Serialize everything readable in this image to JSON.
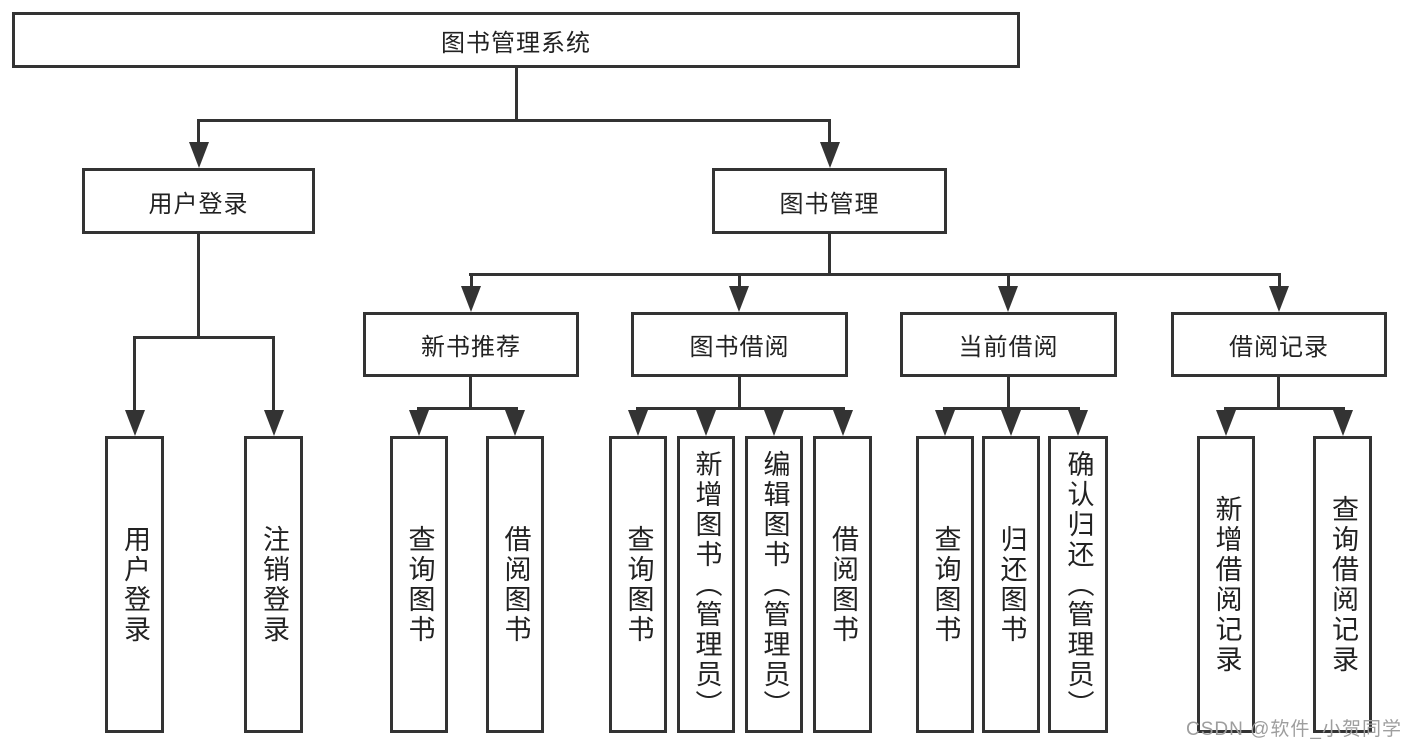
{
  "tree": {
    "label": "图书管理系统",
    "children": [
      {
        "label": "用户登录",
        "children": [
          {
            "label": "用户登录"
          },
          {
            "label": "注销登录"
          }
        ]
      },
      {
        "label": "图书管理",
        "children": [
          {
            "label": "新书推荐",
            "children": [
              {
                "label": "查询图书"
              },
              {
                "label": "借阅图书"
              }
            ]
          },
          {
            "label": "图书借阅",
            "children": [
              {
                "label": "查询图书"
              },
              {
                "label": "新增图书（管理员）"
              },
              {
                "label": "编辑图书（管理员）"
              },
              {
                "label": "借阅图书"
              }
            ]
          },
          {
            "label": "当前借阅",
            "children": [
              {
                "label": "查询图书"
              },
              {
                "label": "归还图书"
              },
              {
                "label": "确认归还（管理员）"
              }
            ]
          },
          {
            "label": "借阅记录",
            "children": [
              {
                "label": "新增借阅记录"
              },
              {
                "label": "查询借阅记录"
              }
            ]
          }
        ]
      }
    ]
  },
  "watermark": {
    "text": "CSDN @软件_小贺同学"
  },
  "colors": {
    "line": "#333333",
    "text": "#222222",
    "watermark": "#9e9e9e",
    "background": "#ffffff"
  }
}
